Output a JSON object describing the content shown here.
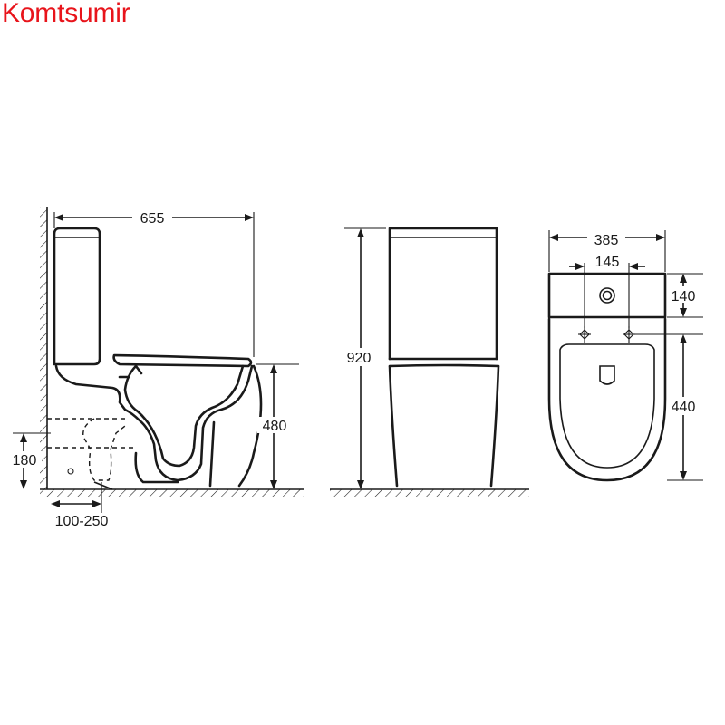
{
  "brand": "Komtsumir",
  "side_view": {
    "depth": "655",
    "seat_height": "480",
    "outlet_height": "180",
    "wall_offset": "100-250"
  },
  "front_view": {
    "total_height": "920"
  },
  "top_view": {
    "width": "385",
    "hole_spacing": "145",
    "tank_depth": "140",
    "bowl_depth": "440"
  }
}
